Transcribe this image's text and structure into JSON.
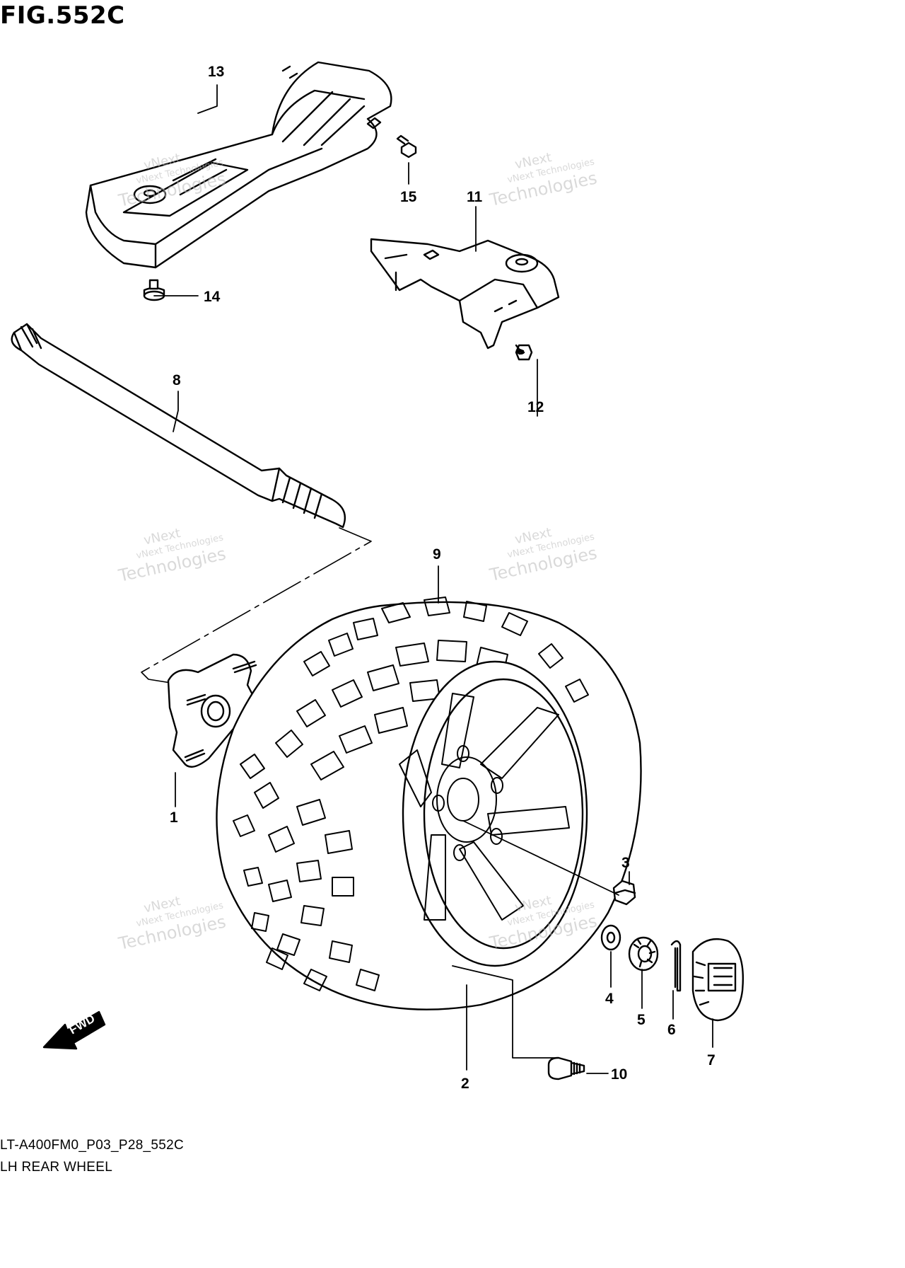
{
  "header": {
    "figure_title": "FIG.552C"
  },
  "callouts": [
    {
      "id": "callout-1",
      "label": "1"
    },
    {
      "id": "callout-2",
      "label": "2"
    },
    {
      "id": "callout-3",
      "label": "3"
    },
    {
      "id": "callout-4",
      "label": "4"
    },
    {
      "id": "callout-5",
      "label": "5"
    },
    {
      "id": "callout-6",
      "label": "6"
    },
    {
      "id": "callout-7",
      "label": "7"
    },
    {
      "id": "callout-8",
      "label": "8"
    },
    {
      "id": "callout-9",
      "label": "9"
    },
    {
      "id": "callout-10",
      "label": "10"
    },
    {
      "id": "callout-11",
      "label": "11"
    },
    {
      "id": "callout-12",
      "label": "12"
    },
    {
      "id": "callout-13",
      "label": "13"
    },
    {
      "id": "callout-14",
      "label": "14"
    },
    {
      "id": "callout-15",
      "label": "15"
    }
  ],
  "watermark": {
    "line1": "vNext",
    "line2": "vNext Technologies",
    "line3": "Technologies"
  },
  "fwd_label": "FWD",
  "footer": {
    "code": "LT-A400FM0_P03_P28_552C",
    "name": "LH REAR WHEEL"
  }
}
